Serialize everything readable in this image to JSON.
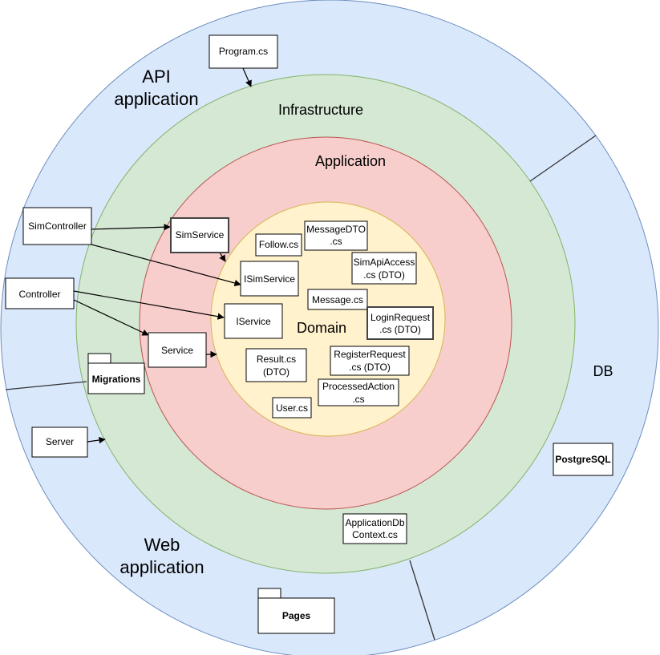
{
  "colors": {
    "outer_fill": "#dae8fc",
    "outer_stroke": "#6c8ebf",
    "infra_fill": "#d5e8d4",
    "infra_stroke": "#82b366",
    "app_fill": "#f8cecc",
    "app_stroke": "#b85450",
    "domain_fill": "#fff2cc",
    "domain_stroke": "#d6b656"
  },
  "layers": {
    "api_line1": "API",
    "api_line2": "application",
    "infrastructure": "Infrastructure",
    "application": "Application",
    "domain": "Domain",
    "db": "DB",
    "web_line1": "Web",
    "web_line2": "application"
  },
  "boxes": {
    "program": "Program.cs",
    "sim_controller": "SimController",
    "controller": "Controller",
    "sim_service": "SimService",
    "service": "Service",
    "i_sim_service": "ISimService",
    "i_service": "IService",
    "follow": "Follow.cs",
    "message_dto_l1": "MessageDTO",
    "message_dto_l2": ".cs",
    "sim_api_access_l1": "SimApiAccess",
    "sim_api_access_l2": ".cs (DTO)",
    "message": "Message.cs",
    "login_request_l1": "LoginRequest",
    "login_request_l2": ".cs (DTO)",
    "result_l1": "Result.cs",
    "result_l2": "(DTO)",
    "register_request_l1": "RegisterRequest",
    "register_request_l2": ".cs (DTO)",
    "processed_action_l1": "ProcessedAction",
    "processed_action_l2": ".cs",
    "user": "User.cs",
    "migrations": "Migrations",
    "server": "Server",
    "postgresql": "PostgreSQL",
    "app_db_context_l1": "ApplicationDb",
    "app_db_context_l2": "Context.cs",
    "pages": "Pages"
  }
}
